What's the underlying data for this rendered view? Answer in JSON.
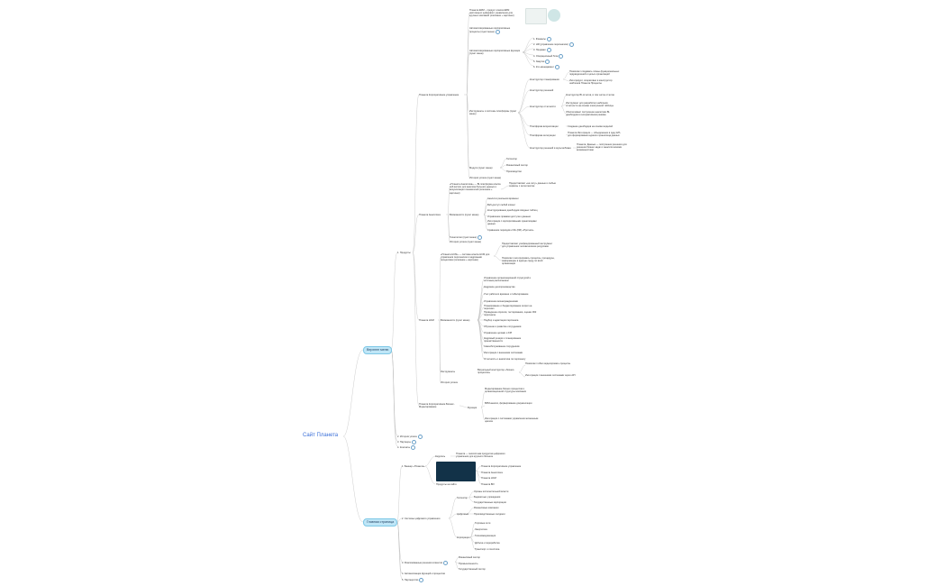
{
  "root": "Сайт Планета",
  "branches": {
    "top_menu": "Верхнее меню",
    "main_page": "Главная страница"
  },
  "top_menu": {
    "products": "1. Продукты",
    "history": "2. История успеха",
    "partners": "3. Партнеры",
    "contacts": "4. Контакты",
    "prod_platform": "Планета Корпоративное управление",
    "prod_analytics": "Планета Аналитика",
    "prod_hcm": "Планета HCM",
    "prod_ecm": "Планета Корпоративное Бизнес-Моделирование",
    "platform": {
      "desc": "Планета ERM – продукт класса ERM настоящего цифрового управления для крупных компаний (описание + картинки)",
      "processes": "Автоматизированные корпоративные процессы (пункт меню)",
      "functions": "Автоматизированные корпоративные функции (пункт меню)",
      "func_list": [
        "1. Финансы",
        "2. HR (управление персоналом)",
        "3. Продажи",
        "4. Операционный блок",
        "5. Закупки",
        "6. Кто-менеджмент"
      ],
      "constructors": "Инструменты и системы платформы (пункт меню)",
      "c_planning": "Конструктор планирования",
      "c_planning_items": [
        "Позволяет создавать планы функциональных подразделений и целых организаций",
        "Интегрирует, оперативно в конструктор шаблонов Планета Процессы"
      ],
      "c_decisions": "Конструктор решений",
      "c_reports": "Конструктор отчетности",
      "c_reports_items": [
        "Конструктор BI-отчетов, в том числе отчетов",
        "Инструмент для разработки шаблонов отчетности на основе электронной таблицы",
        "Обеспечивает построение аналитики BI-дашбордов в интерактивном режиме"
      ],
      "c_visual": "Платформа визуализации",
      "c_visual_items": [
        "Создание дашбордов на основе моделей"
      ],
      "c_integration": "Платформа интеграции",
      "c_integration_items": [
        "Планета Интеграция — объединение в одну ETL для формирования единого хранилища данных"
      ],
      "c_cloud": "Конструктор решений в мультиоблаке",
      "c_cloud_items": [
        "Планета. Данные — построение решения для решения бизнес-задач с аналитическими возможностями"
      ],
      "modules": "Модули (пункт меню)",
      "module_list": [
        "Госсектор",
        "Финансовый сектор",
        "Производство"
      ],
      "stories": "История успеха (пункт меню)"
    },
    "analytics": {
      "desc": "«Планета Аналитика» — BI-платформа класса self-service для анализа больших данных и визуализации показателей (описание + картинки)",
      "desc_note": "Предоставляет «на лету» данные и любые сервисы с интеллектом",
      "features": "Возможности (пункт меню)",
      "feature_list": [
        "Анализ в реальном времени",
        "Веб-доступ любой клиент",
        "Конструирование дашбордов сводных таблиц",
        "Управление правами доступа к данным",
        "Интеграция с корпоративными хранилищами данных",
        "Сравнение периодов и ML (ИИ) «Прогноз»"
      ],
      "tech": "Технологии (пункт меню)",
      "stories": "История успеха (пункт меню)"
    },
    "hcm": {
      "desc": "«Планета HCM» — система класса HCM для управления персоналом и кадровыми процессами (описание + картинки)",
      "desc_notes": [
        "Предоставляет унифицированный инструмент для управления человеческими ресурсами",
        "Позволяет интегрировать процессы, процедуры, информацию в единую среду по всей организации"
      ],
      "features": "Возможности (пункт меню)",
      "feature_list": [
        "Управление организационной структурой и штатным расписанием",
        "Кадровое делопроизводство",
        "Учет рабочего времени и табелирование",
        "Управление вознаграждениями",
        "Планирование и бюджетирование затрат на персонал",
        "Проведение опросов, тестирования, оценки 360 персонала",
        "Подбор и адаптация персонала",
        "Обучение и развитие сотрудников",
        "Управление целями и KPI",
        "Кадровый резерв и планирование преемственности",
        "Самообслуживание сотрудников",
        "Интеграция с внешними системами",
        "Отчетность и аналитика по персоналу"
      ],
      "tools": "Инструменты",
      "tools_desc": "Визуальный конструктор «бизнес-процессов»",
      "tools_notes": [
        "Позволяет гибко моделировать процессы",
        "Интеграция с внешними системами через API"
      ],
      "stories": "История успеха"
    },
    "ecm": {
      "functions": "Функции",
      "function_list": [
        "Моделирование бизнес-процессов и организационной структуры компании",
        "BPM-анализ, формирование документации",
        "Интеграция с системами управления жизненным циклом"
      ]
    }
  },
  "main_page": {
    "banner": "1. Баннер «Планета»",
    "banner_desc": "Планета — экосистема продуктов цифрового управления для крупного бизнеса",
    "carousel": "Карусель",
    "products_caption": "Продукты на сайте",
    "product_links": [
      "Планета Корпоративное управление",
      "Планета Аналитика",
      "Планета HCM",
      "Планета ВИ"
    ],
    "digital": "2. Системы цифрового управления",
    "digital_groups": [
      {
        "name": "Госсектор",
        "items": [
          "Органы исполнительной власти",
          "Бюджетные учреждения",
          "Государственные корпорации"
        ]
      },
      {
        "name": "Цифровые",
        "items": [
          "Финансовые компании",
          "Производственные холдинги"
        ]
      },
      {
        "name": "Корпорации",
        "items": [
          "Торговые сети",
          "Энергетика",
          "Телекоммуникации",
          "Добыча и переработка",
          "Транспорт и логистика"
        ]
      }
    ],
    "clients": "3. Реализованные решения клиентов",
    "client_list": [
      "Финансовый сектор",
      "Промышленность",
      "Государственный сектор"
    ],
    "automation": "4. Автоматизация функций и процессов",
    "partners": "5. Партнерство"
  }
}
